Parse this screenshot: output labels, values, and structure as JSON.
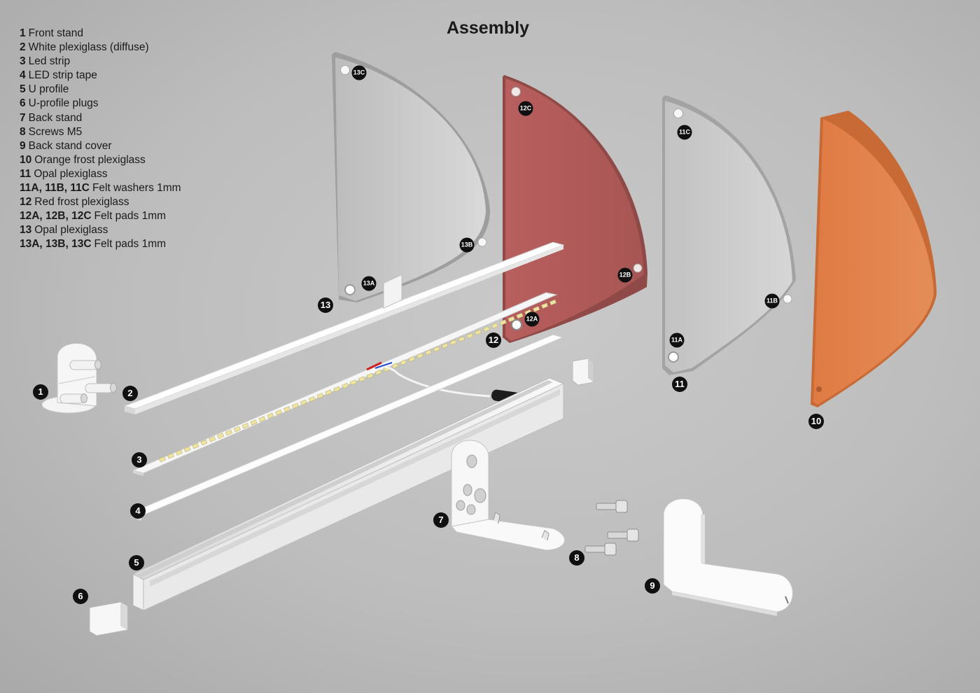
{
  "title": "Assembly",
  "legend": [
    {
      "num": "1",
      "text": "Front stand"
    },
    {
      "num": "2",
      "text": "White plexiglass (diffuse)"
    },
    {
      "num": "3",
      "text": "Led strip"
    },
    {
      "num": "4",
      "text": "LED strip tape"
    },
    {
      "num": "5",
      "text": "U profile"
    },
    {
      "num": "6",
      "text": "U-profile plugs"
    },
    {
      "num": "7",
      "text": "Back stand"
    },
    {
      "num": "8",
      "text": "Screws M5"
    },
    {
      "num": "9",
      "text": "Back stand cover"
    },
    {
      "num": "10",
      "text": "Orange frost plexiglass"
    },
    {
      "num": "11",
      "text": "Opal plexiglass"
    },
    {
      "num": "11A, 11B, 11C",
      "text": "Felt washers 1mm"
    },
    {
      "num": "12",
      "text": "Red frost plexiglass"
    },
    {
      "num": "12A, 12B, 12C",
      "text": "Felt pads 1mm"
    },
    {
      "num": "13",
      "text": "Opal plexiglass"
    },
    {
      "num": "13A, 13B, 13C",
      "text": "Felt pads 1mm"
    }
  ],
  "callouts": [
    "1",
    "2",
    "3",
    "4",
    "5",
    "6",
    "7",
    "8",
    "9",
    "10",
    "11",
    "12",
    "13"
  ],
  "pads": [
    "13C",
    "13B",
    "13A",
    "12C",
    "12B",
    "12A",
    "11C",
    "11B",
    "11A"
  ],
  "colors": {
    "red_frost": "#b45e5e",
    "orange_frost": "#e2824a",
    "opal": "#dcdcdc",
    "label_bg": "#101010"
  }
}
